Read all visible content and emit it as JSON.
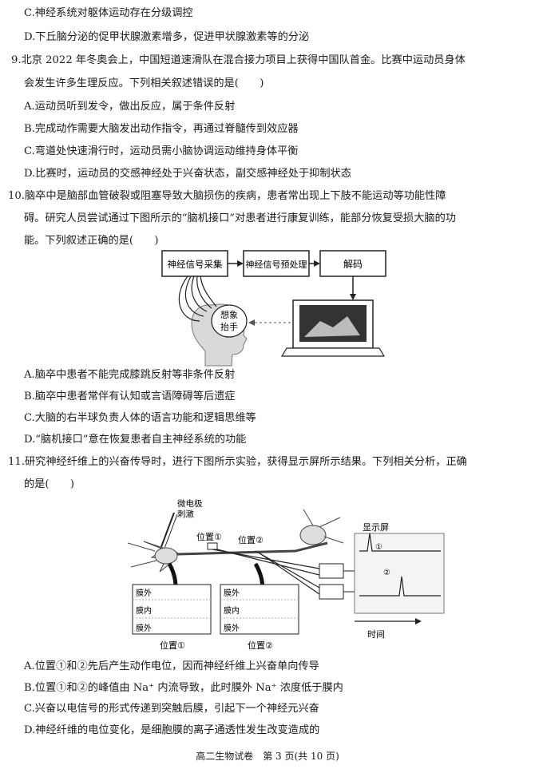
{
  "lines": {
    "c_prev": "C.神经系统对躯体运动存在分级调控",
    "d_prev": "D.下丘脑分泌的促甲状腺激素增多，促进甲状腺激素等的分泌",
    "q9_l1": "9.北京 2022 年冬奥会上，中国短道速滑队在混合接力项目上获得中国队首金。比赛中运动员身体",
    "q9_l2": "会发生许多生理反应。下列相关叙述错误的是(　　)",
    "q9_a": "A.运动员听到发令，做出反应，属于条件反射",
    "q9_b": "B.完成动作需要大脑发出动作指令，再通过脊髓传到效应器",
    "q9_c": "C.弯道处快速滑行时，运动员需小脑协调运动维持身体平衡",
    "q9_d": "D.比赛时，运动员的交感神经处于兴奋状态，副交感神经处于抑制状态",
    "q10_l1": "10.脑卒中是脑部血管破裂或阻塞导致大脑损伤的疾病，患者常出现上下肢不能运动等功能性障",
    "q10_l2": "碍。研究人员尝试通过下图所示的“脑机接口”对患者进行康复训练，能部分恢复受损大脑的功",
    "q10_l3": "能。下列叙述正确的是(　　)",
    "q10_a": "A.脑卒中患者不能完成膝跳反射等非条件反射",
    "q10_b": "B.脑卒中患者常伴有认知或言语障碍等后遗症",
    "q10_c": "C.大脑的右半球负责人体的语言功能和逻辑思维等",
    "q10_d": "D.“脑机接口”意在恢复患者自主神经系统的功能",
    "q11_l1": "11.研究神经纤维上的兴奋传导时，进行下图所示实验，获得显示屏所示结果。下列相关分析，正确",
    "q11_l2": "的是(　　)",
    "q11_a": "A.位置①和②先后产生动作电位，因而神经纤维上兴奋单向传导",
    "q11_b": "B.位置①和②的峰值由 Na⁺ 内流导致，此时膜外 Na⁺ 浓度低于膜内",
    "q11_c": "C.兴奋以电信号的形式传递到突触后膜，引起下一个神经元兴奋",
    "q11_d": "D.神经纤维的电位变化，是细胞膜的离子通透性发生改变造成的"
  },
  "fig10": {
    "box1": "神经信号采集",
    "box2": "神经信号预处理",
    "box3": "解码",
    "thought": "想象\n抬手"
  },
  "fig11": {
    "stim": "微电极\n刺激",
    "pos1": "位置①",
    "pos2": "位置②",
    "screen": "显示屏",
    "trace1": "①",
    "trace2": "②",
    "time": "时间",
    "outer": "膜外",
    "inner": "膜内",
    "cap1": "位置①",
    "cap2": "位置②"
  },
  "footer": "高二生物试卷　第 3 页(共 10 页)"
}
